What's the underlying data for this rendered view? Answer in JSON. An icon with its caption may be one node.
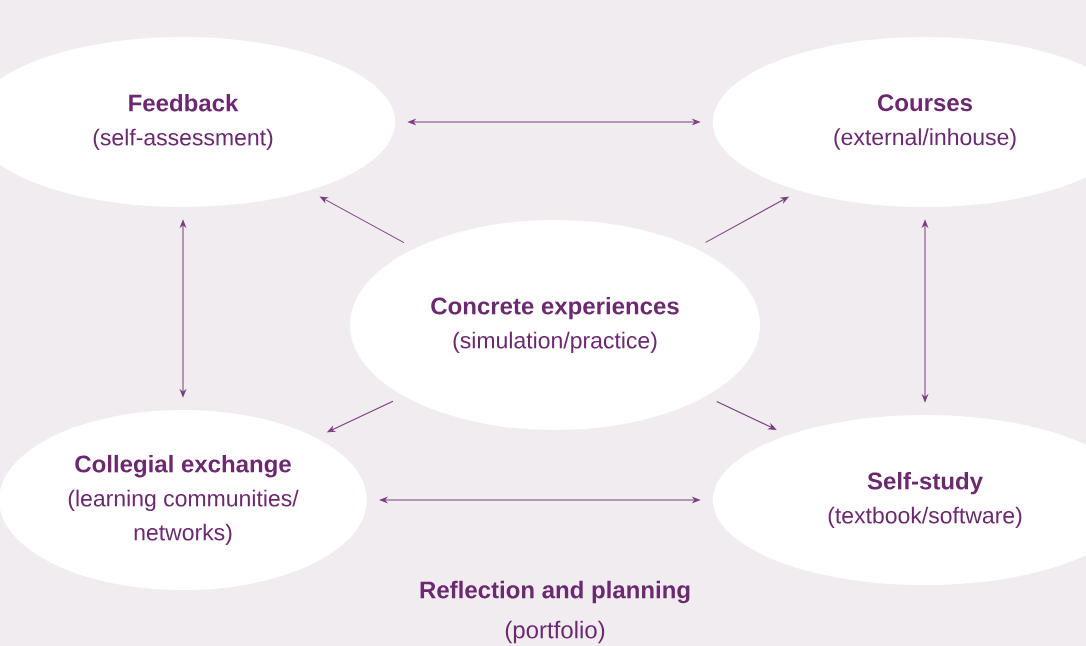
{
  "diagram": {
    "nodes": [
      {
        "text": [
          "Feedback",
          "(self-assessment)"
        ]
      },
      {
        "text": [
          "Courses",
          "(external/inhouse)"
        ]
      },
      {
        "text": [
          "Concrete experiences",
          "(simulation/practice)"
        ]
      },
      {
        "text": [
          "Collegial exchange",
          "(learning communities/ networks)"
        ]
      },
      {
        "text": [
          "Self-study",
          "(textbook/software)"
        ]
      }
    ],
    "edges": [
      {
        "from": 0,
        "to": 1,
        "arrow": "both"
      },
      {
        "from": 2,
        "to": 0,
        "arrow": "to"
      },
      {
        "from": 2,
        "to": 1,
        "arrow": "to"
      },
      {
        "from": 0,
        "to": 3,
        "arrow": "both"
      },
      {
        "from": 1,
        "to": 4,
        "arrow": "both"
      },
      {
        "from": 2,
        "to": 3,
        "arrow": "to"
      },
      {
        "from": 2,
        "to": 4,
        "arrow": "to"
      },
      {
        "from": 3,
        "to": 4,
        "arrow": "both"
      }
    ],
    "labels": [
      "Reflection and planning",
      "(portfolio)"
    ]
  }
}
